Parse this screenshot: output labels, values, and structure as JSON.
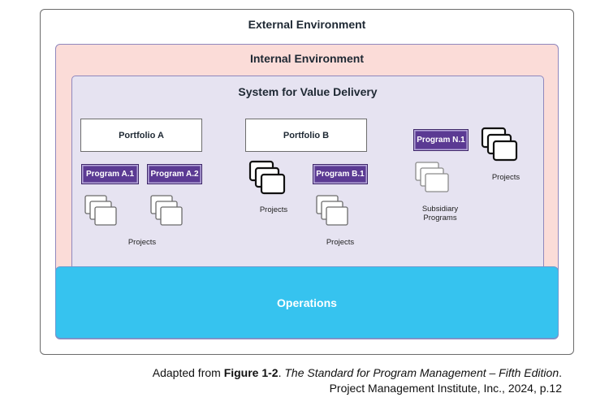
{
  "diagram": {
    "external_title": "External Environment",
    "internal_title": "Internal Environment",
    "system_title": "System for Value Delivery",
    "operations_label": "Operations",
    "portfolios": [
      {
        "label": "Portfolio A"
      },
      {
        "label": "Portfolio B"
      }
    ],
    "programs": [
      {
        "label": "Program A.1"
      },
      {
        "label": "Program A.2"
      },
      {
        "label": "Program B.1"
      },
      {
        "label": "Program N.1"
      }
    ],
    "labels": {
      "projects_a": "Projects",
      "projects_b_direct": "Projects",
      "projects_b1": "Projects",
      "projects_n": "Projects",
      "subsidiary_line1": "Subsidiary",
      "subsidiary_line2": "Programs"
    },
    "colors": {
      "internal_bg": "#fbdcd8",
      "system_bg": "#e6e3f1",
      "operations_bg": "#36c3ef",
      "program_bg": "#5b3a93"
    }
  },
  "caption": {
    "prefix": "Adapted from ",
    "figure_ref": "Figure 1-2",
    "separator": ". ",
    "book_title": "The Standard for Program Management – Fifth Edition",
    "suffix": ".",
    "line2": "Project Management Institute, Inc., 2024, p.12"
  }
}
